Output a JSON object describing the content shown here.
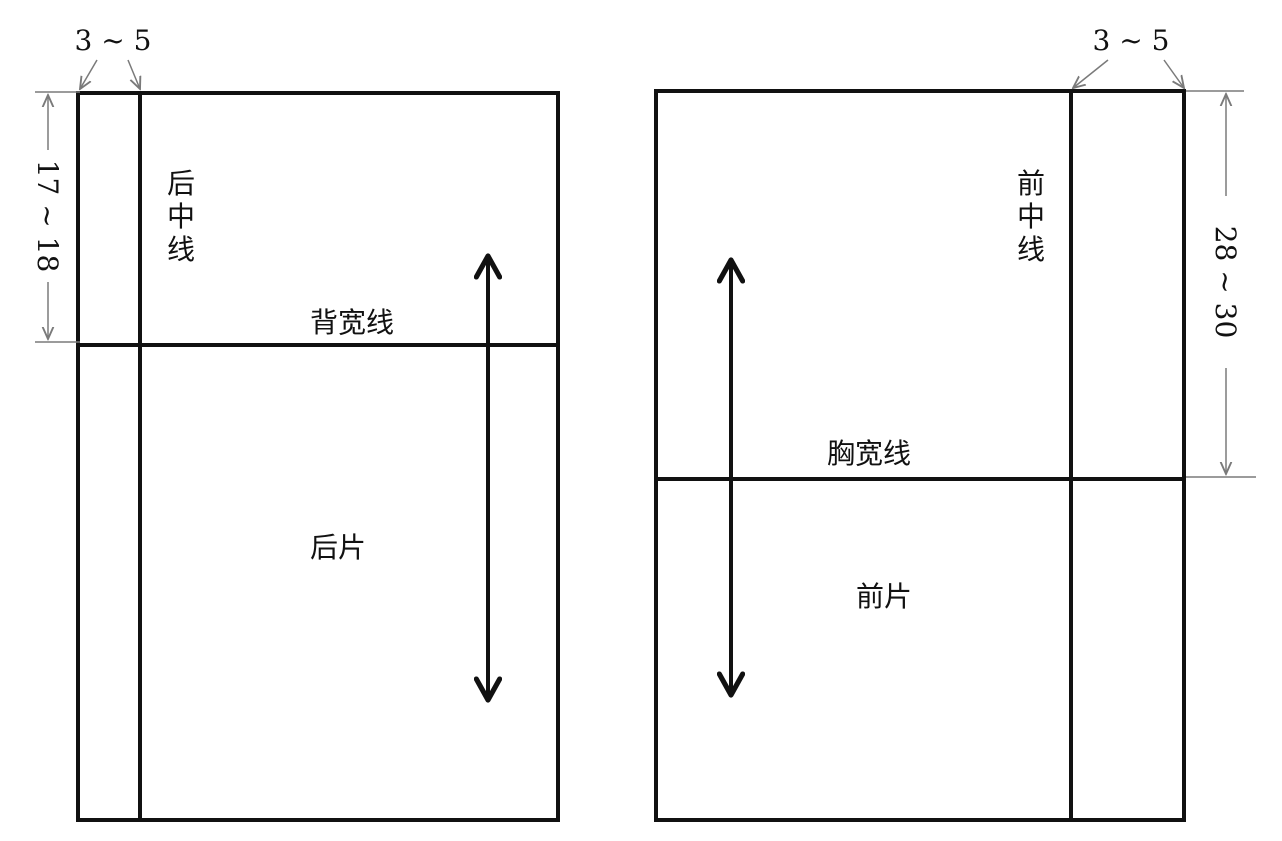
{
  "colors": {
    "outline": "#111111",
    "dimension": "#7a7a7a",
    "background": "#ffffff"
  },
  "back_panel": {
    "allowance_top": "3 ~ 5",
    "allowance_side": "17 ~ 18",
    "center_line": [
      "后",
      "中",
      "线"
    ],
    "width_line": "背宽线",
    "piece_name": "后片"
  },
  "front_panel": {
    "allowance_top": "3 ~ 5",
    "allowance_side": "28 ~ 30",
    "center_line": [
      "前",
      "中",
      "线"
    ],
    "width_line": "胸宽线",
    "piece_name": "前片"
  },
  "icons": {
    "grainline": "double-headed-arrow-icon"
  }
}
